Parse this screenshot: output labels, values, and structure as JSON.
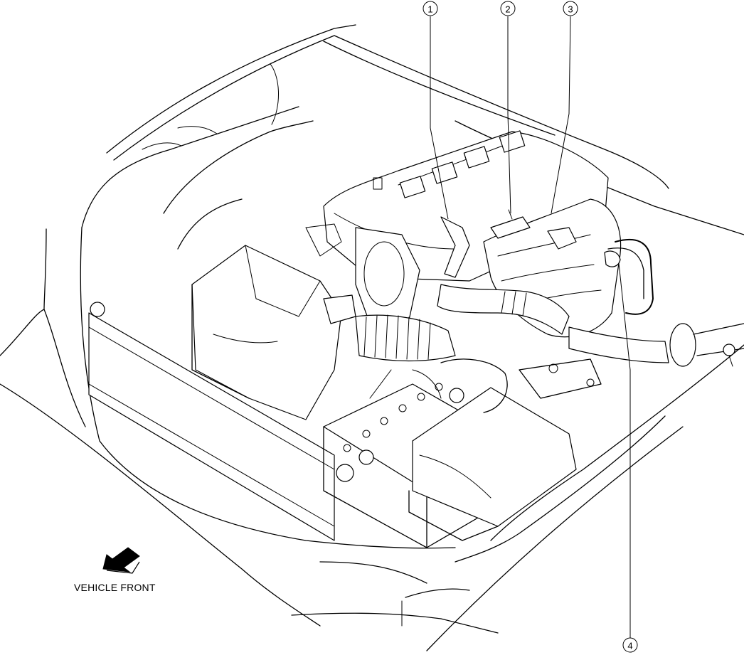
{
  "callouts": [
    {
      "id": "1",
      "label": "1"
    },
    {
      "id": "2",
      "label": "2"
    },
    {
      "id": "3",
      "label": "3"
    },
    {
      "id": "4",
      "label": "4"
    }
  ],
  "front_indicator": {
    "label": "VEHICLE FRONT",
    "icon": "arrow-icon"
  }
}
